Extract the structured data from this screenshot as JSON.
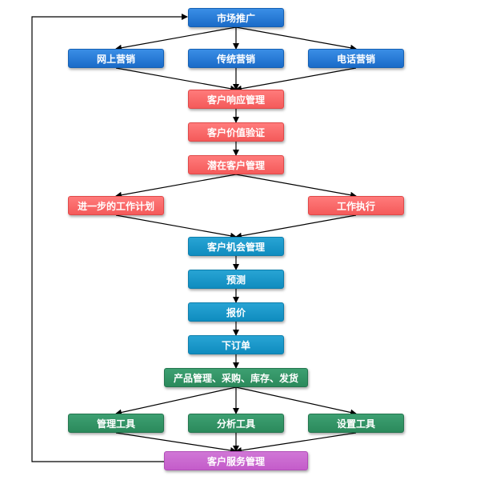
{
  "diagram": {
    "nodes": {
      "market_promotion": "市场推广",
      "online_marketing": "网上营销",
      "traditional_marketing": "传统营销",
      "phone_marketing": "电话营销",
      "customer_response_mgmt": "客户响应管理",
      "customer_value_verification": "客户价值验证",
      "potential_customer_mgmt": "潜在客户管理",
      "next_step_work_plan": "进一步的工作计划",
      "work_execution": "工作执行",
      "customer_opportunity_mgmt": "客户机会管理",
      "forecast": "预测",
      "quotation": "报价",
      "place_order": "下订单",
      "product_procurement_inventory_shipping": "产品管理、采购、库存、发货",
      "management_tools": "管理工具",
      "analysis_tools": "分析工具",
      "settings_tools": "设置工具",
      "customer_service_mgmt": "客户服务管理"
    },
    "colors": {
      "blue": "#1f74d6",
      "red": "#fa6666",
      "cyan": "#1397c9",
      "green": "#2e8f61",
      "purple": "#c862cf",
      "line": "#000000"
    }
  }
}
